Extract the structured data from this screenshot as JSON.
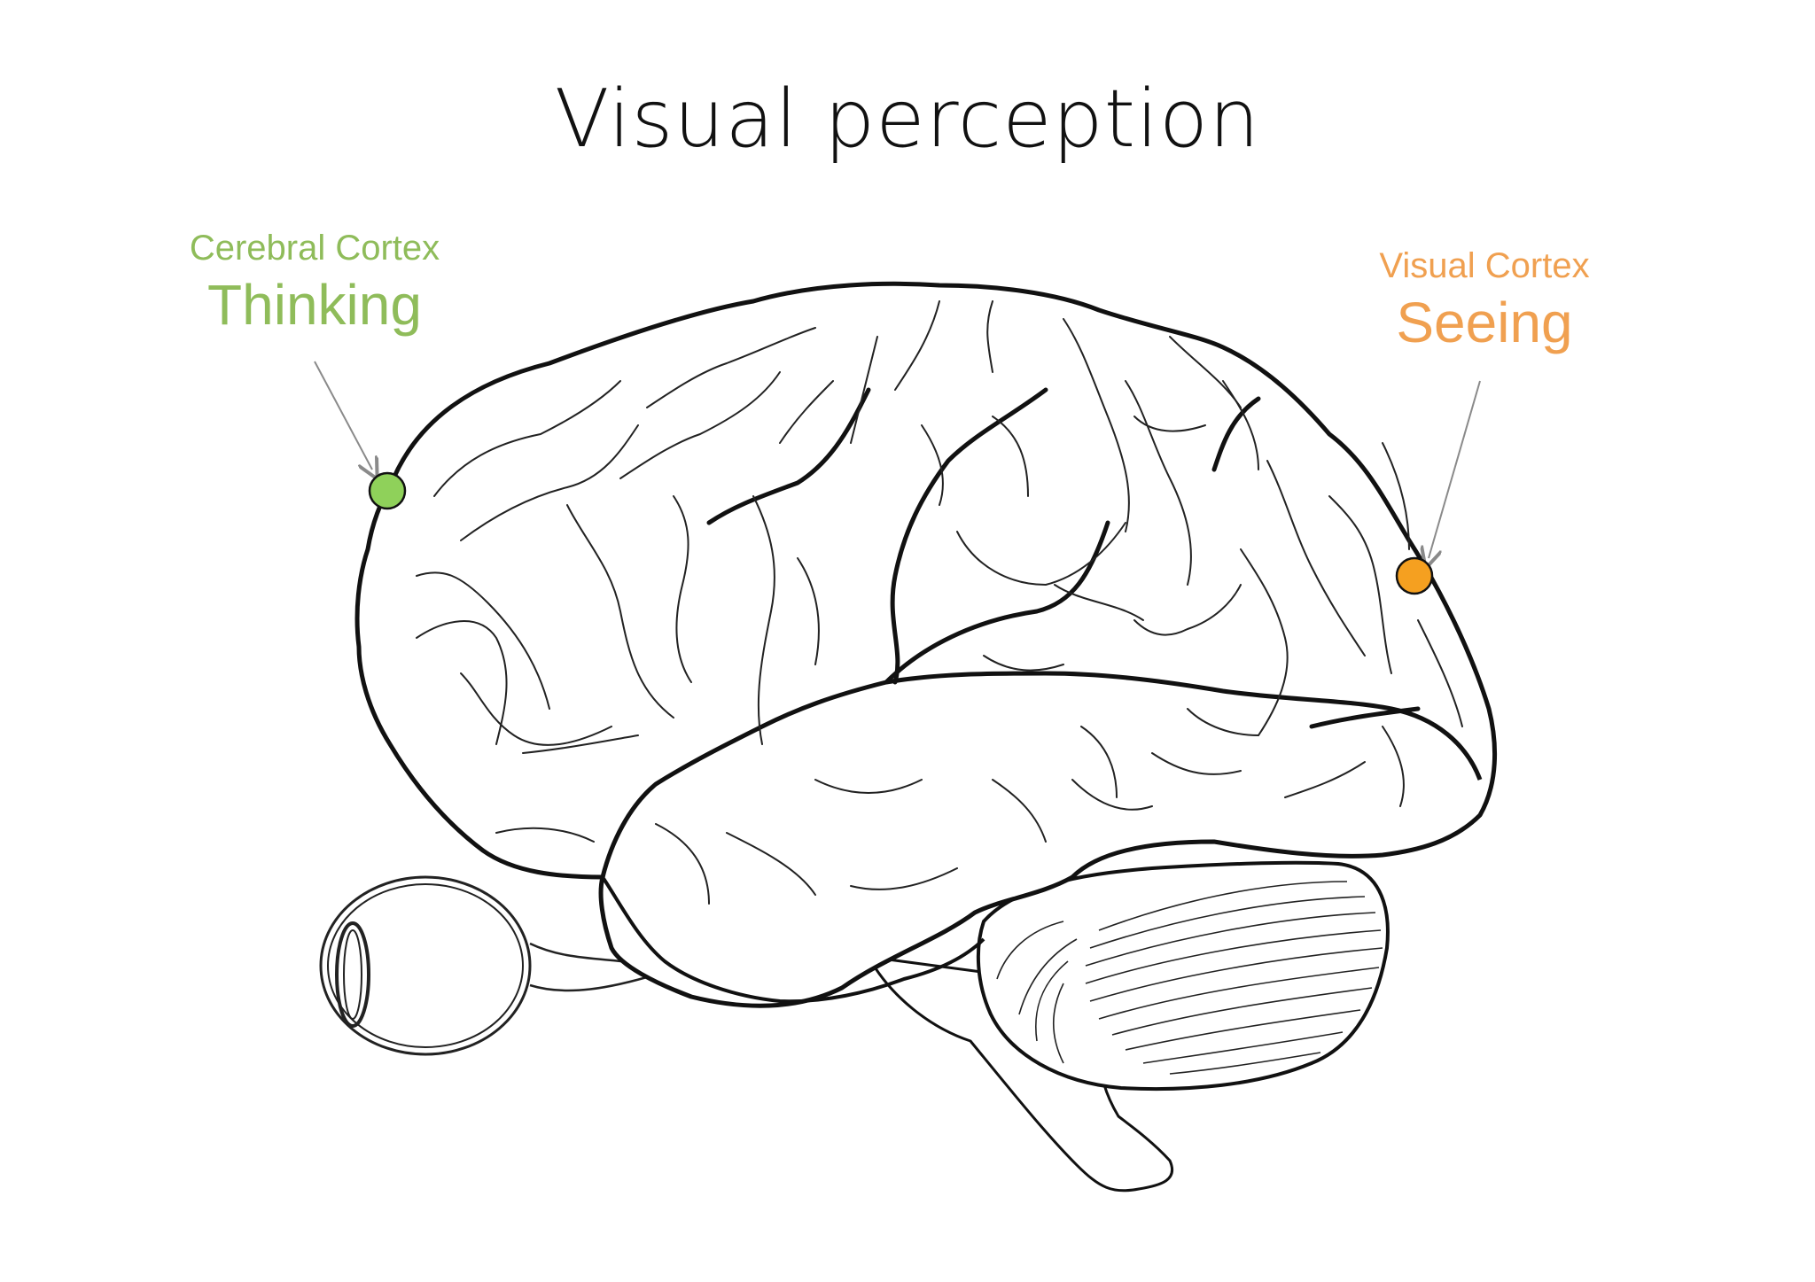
{
  "title": "Visual perception",
  "labels": {
    "cerebral": {
      "region": "Cerebral Cortex",
      "function": "Thinking",
      "color": "#8fbc5a",
      "marker_color": "#8fd15a"
    },
    "visual": {
      "region": "Visual Cortex",
      "function": "Seeing",
      "color": "#f0a050",
      "marker_color": "#f5a020"
    }
  }
}
